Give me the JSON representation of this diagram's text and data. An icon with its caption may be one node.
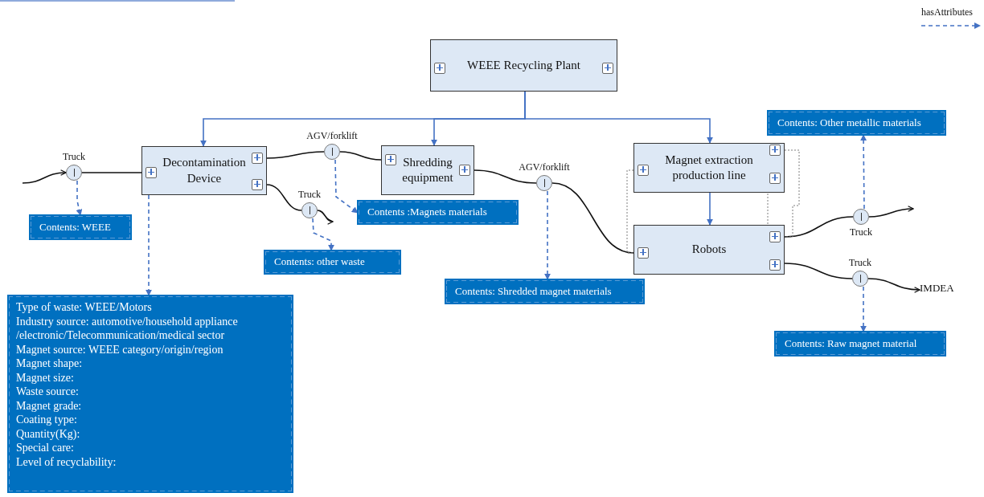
{
  "diagram": {
    "nodes": [
      {
        "text": [
          "WEEE Recycling Plant"
        ]
      },
      {
        "text": [
          "Decontamination Device"
        ]
      },
      {
        "text": [
          "Shredding equipment"
        ]
      },
      {
        "text": [
          "Magnet extraction production line"
        ]
      },
      {
        "text": [
          "Robots"
        ]
      },
      {
        "text": [
          "Truck"
        ]
      },
      {
        "text": [
          "AGV/forklift"
        ]
      },
      {
        "text": [
          "Truck"
        ]
      },
      {
        "text": [
          "AGV/forklift"
        ]
      },
      {
        "text": [
          "Truck"
        ]
      },
      {
        "text": [
          "Truck"
        ]
      },
      {
        "text": [
          "IMDEA"
        ]
      },
      {
        "text": [
          "Contents: WEEE"
        ]
      },
      {
        "text": [
          "Type of waste: WEEE/Motors",
          "Industry source: automotive/household appliance /electronic/Telecommunication/medical sector",
          "Magnet source: WEEE category/origin/region",
          "Magnet shape:",
          "Magnet size:",
          "Waste source:",
          "Magnet grade:",
          "Coating type:",
          "Quantity(Kg):",
          "Special care:",
          "Level of recyclability:"
        ]
      },
      {
        "text": [
          "Contents :Magnets materials"
        ]
      },
      {
        "text": [
          "Contents: other waste"
        ]
      },
      {
        "text": [
          "Contents: Shredded magnet materials"
        ]
      },
      {
        "text": [
          "Contents: Other metallic materials"
        ]
      },
      {
        "text": [
          "Contents: Raw magnet material"
        ]
      }
    ],
    "edges": [
      {
        "from": 0,
        "to": 1,
        "arrow": "to",
        "color": "#4472c4"
      },
      {
        "from": 0,
        "to": 2,
        "arrow": "to",
        "color": "#4472c4"
      },
      {
        "from": 0,
        "to": 3,
        "arrow": "to",
        "color": "#4472c4"
      },
      {
        "from": 3,
        "to": 4,
        "arrow": "to",
        "color": "#4472c4"
      },
      {
        "from": null,
        "to": 5,
        "arrow": "to"
      },
      {
        "from": 5,
        "to": 1,
        "arrow": "none"
      },
      {
        "from": 1,
        "to": 6,
        "arrow": "none"
      },
      {
        "from": 6,
        "to": 2,
        "arrow": "none"
      },
      {
        "from": 1,
        "to": 7,
        "arrow": "none"
      },
      {
        "from": 7,
        "to": null,
        "arrow": "to"
      },
      {
        "from": 2,
        "to": 8,
        "arrow": "none"
      },
      {
        "from": 8,
        "to": 4,
        "arrow": "none"
      },
      {
        "from": 4,
        "to": 9,
        "arrow": "none"
      },
      {
        "from": 9,
        "to": null,
        "arrow": "to"
      },
      {
        "from": 4,
        "to": 10,
        "arrow": "none"
      },
      {
        "from": 10,
        "to": 11,
        "arrow": "to"
      },
      {
        "from": 5,
        "to": 12,
        "arrow": "to",
        "style": "dashed",
        "color": "#4472c4"
      },
      {
        "from": 1,
        "to": 13,
        "arrow": "to",
        "style": "dashed",
        "color": "#4472c4"
      },
      {
        "from": 6,
        "to": 14,
        "arrow": "to",
        "style": "dashed",
        "color": "#4472c4"
      },
      {
        "from": 7,
        "to": 15,
        "arrow": "to",
        "style": "dashed",
        "color": "#4472c4"
      },
      {
        "from": 8,
        "to": 16,
        "arrow": "to",
        "style": "dashed",
        "color": "#4472c4"
      },
      {
        "from": 9,
        "to": 17,
        "arrow": "to",
        "style": "dashed",
        "color": "#4472c4"
      },
      {
        "from": 10,
        "to": 18,
        "arrow": "to",
        "style": "dashed",
        "color": "#4472c4"
      },
      {
        "from": 3,
        "to": 4,
        "arrow": "none",
        "style": "dashed",
        "color": "#7f7f7f"
      },
      {
        "from": 3,
        "to": 4,
        "arrow": "none",
        "style": "dashed",
        "color": "#7f7f7f"
      },
      {
        "from": 3,
        "to": 4,
        "arrow": "none",
        "style": "dashed",
        "color": "#7f7f7f"
      }
    ],
    "legend": [
      {
        "text": "hasAttributes"
      }
    ]
  }
}
